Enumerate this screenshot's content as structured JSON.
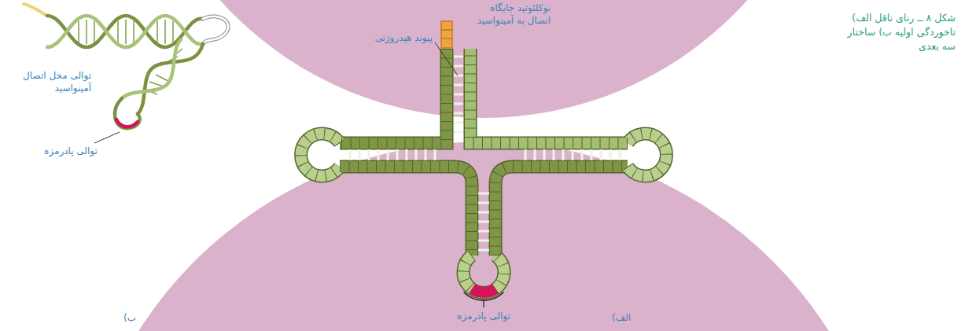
{
  "diagram": {
    "caption": "شکل ۸ ــ رنای ناقل الف) تاخوردگی اولیه ب) ساختار سه بعدی",
    "labels": [
      "نوکلئوتید جایگاه اتصال به آمینواسید",
      "پیوند هیدروژنی",
      "توالی محل اتصال آمینواسید",
      "توالی پادرمزه",
      "توالی پادرمزه",
      "ب)",
      "الف)"
    ]
  }
}
